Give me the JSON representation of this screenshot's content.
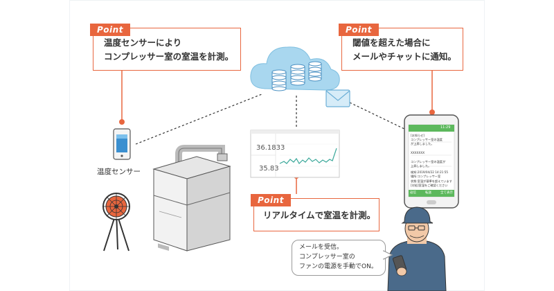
{
  "points": {
    "tag": "Point",
    "sensor": {
      "line1": "温度センサーにより",
      "line2": "コンプレッサー室の室温を計測。"
    },
    "notify": {
      "line1": "閾値を超えた場合に",
      "line2": "メールやチャットに通知。"
    },
    "realtime": {
      "line1": "リアルタイムで室温を計測。"
    }
  },
  "sensor_label": "温度センサー",
  "dashboard": {
    "value_top": "36.1833",
    "value_bottom": "35.83"
  },
  "phone": {
    "time": "11:29",
    "mail_lines": [
      "[お知らせ]",
      "コンプレッサー室の温度",
      "が上昇しました。",
      "XXXXXXX",
      "コンプレッサー室の温度が",
      "上昇しました。",
      "検知:2019/04/22 14:21:55",
      "場所:コンプレッサー室",
      "状態:室温が基準を超えています",
      "[対処]室温をご確認ください"
    ],
    "footer": [
      "返信",
      "転送",
      "全て表示"
    ]
  },
  "speech": {
    "line1": "メールを受信。",
    "line2": "コンプレッサー室の",
    "line3": "ファンの電源を手動でON。"
  },
  "colors": {
    "accent": "#e8663e",
    "cloud": "#a9d7ef",
    "phone_green": "#5cb85c",
    "worker": "#4a6a8a"
  }
}
